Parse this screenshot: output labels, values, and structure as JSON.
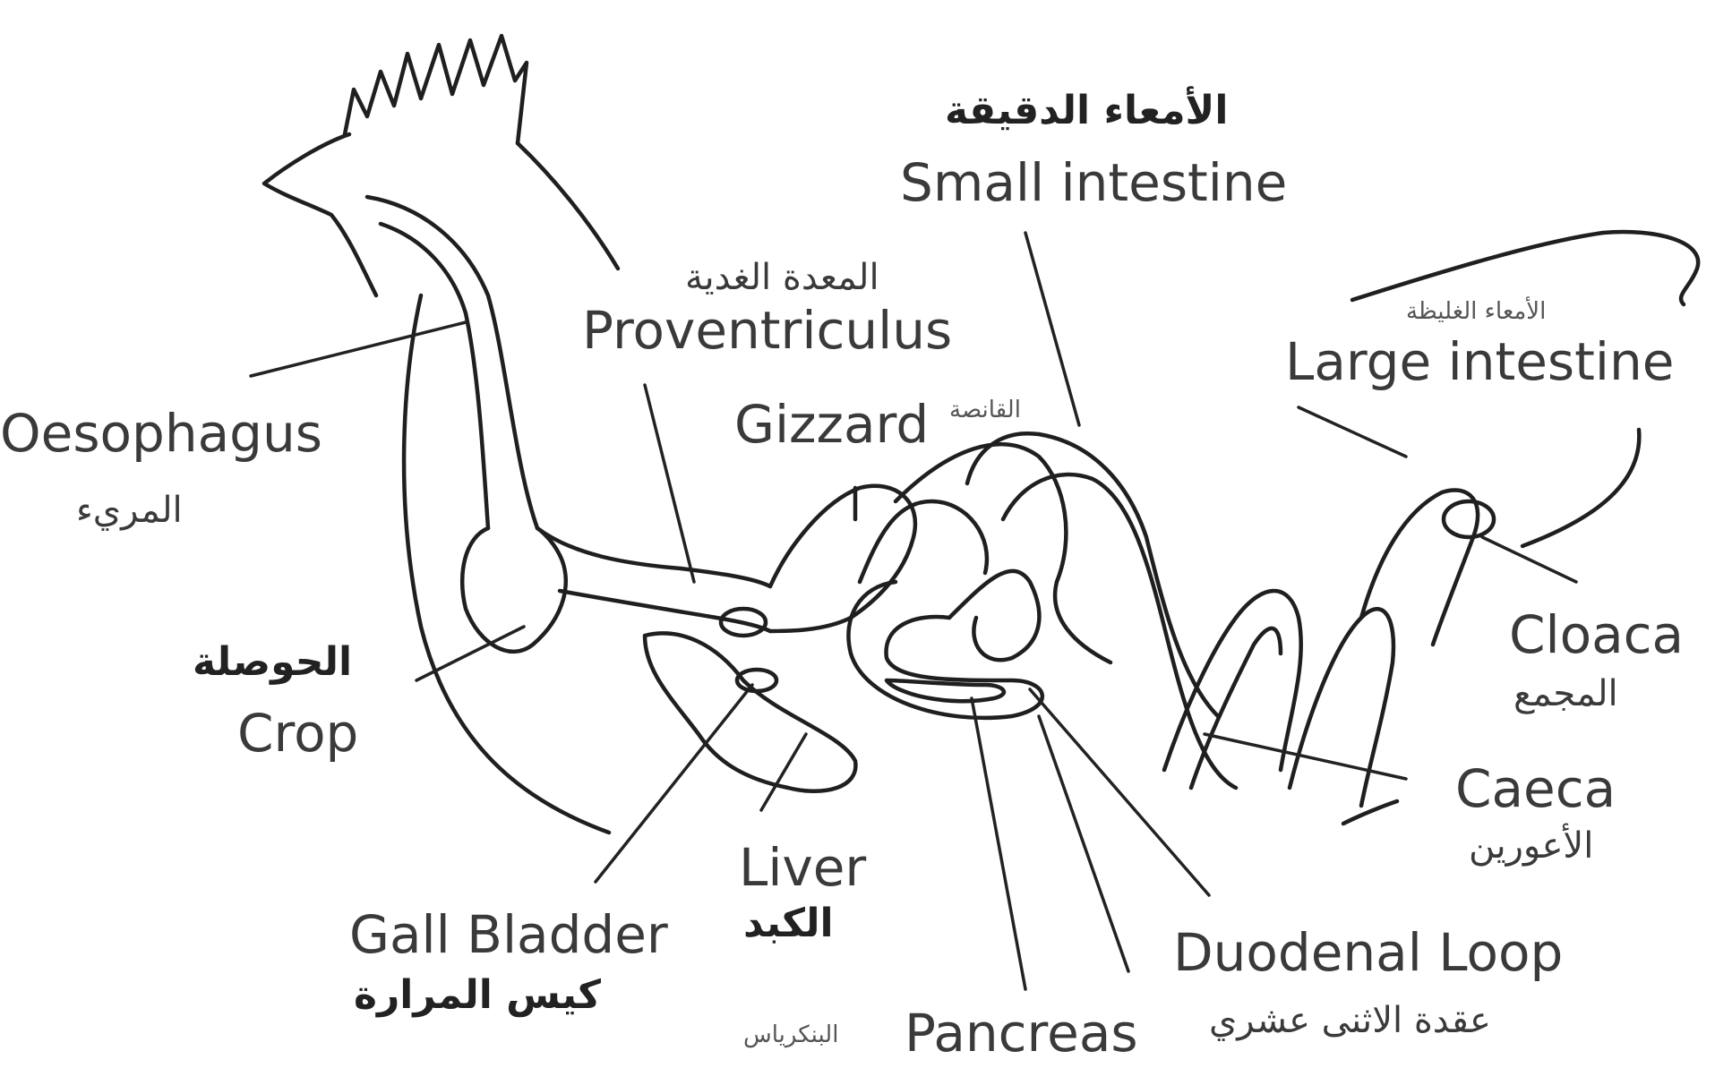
{
  "labels": {
    "small_intestine": {
      "ar": "الأمعاء الدقيقة",
      "en": "Small intestine"
    },
    "proventriculus": {
      "ar": "المعدة الغدية",
      "en": "Proventriculus"
    },
    "large_intestine": {
      "ar": "الأمعاء الغليظة",
      "en": "Large intestine"
    },
    "gizzard": {
      "en": "Gizzard",
      "ar": "القانصة"
    },
    "oesophagus": {
      "en": "Oesophagus",
      "ar": "المريء"
    },
    "crop": {
      "ar": "الحوصلة",
      "en": "Crop"
    },
    "cloaca": {
      "en": "Cloaca",
      "ar": "المجمع"
    },
    "caeca": {
      "en": "Caeca",
      "ar": "الأعورين"
    },
    "liver": {
      "en": "Liver",
      "ar": "الكبد"
    },
    "gall_bladder": {
      "en": "Gall Bladder",
      "ar": "كيس المرارة"
    },
    "duodenal_loop": {
      "en": "Duodenal Loop",
      "ar": "عقدة الاثنى عشري"
    },
    "pancreas": {
      "en": "Pancreas",
      "ar": "البنكرياس"
    }
  },
  "colors": {
    "line": "#1f1f1f",
    "text": "#3a3a3a",
    "background": "#ffffff"
  }
}
